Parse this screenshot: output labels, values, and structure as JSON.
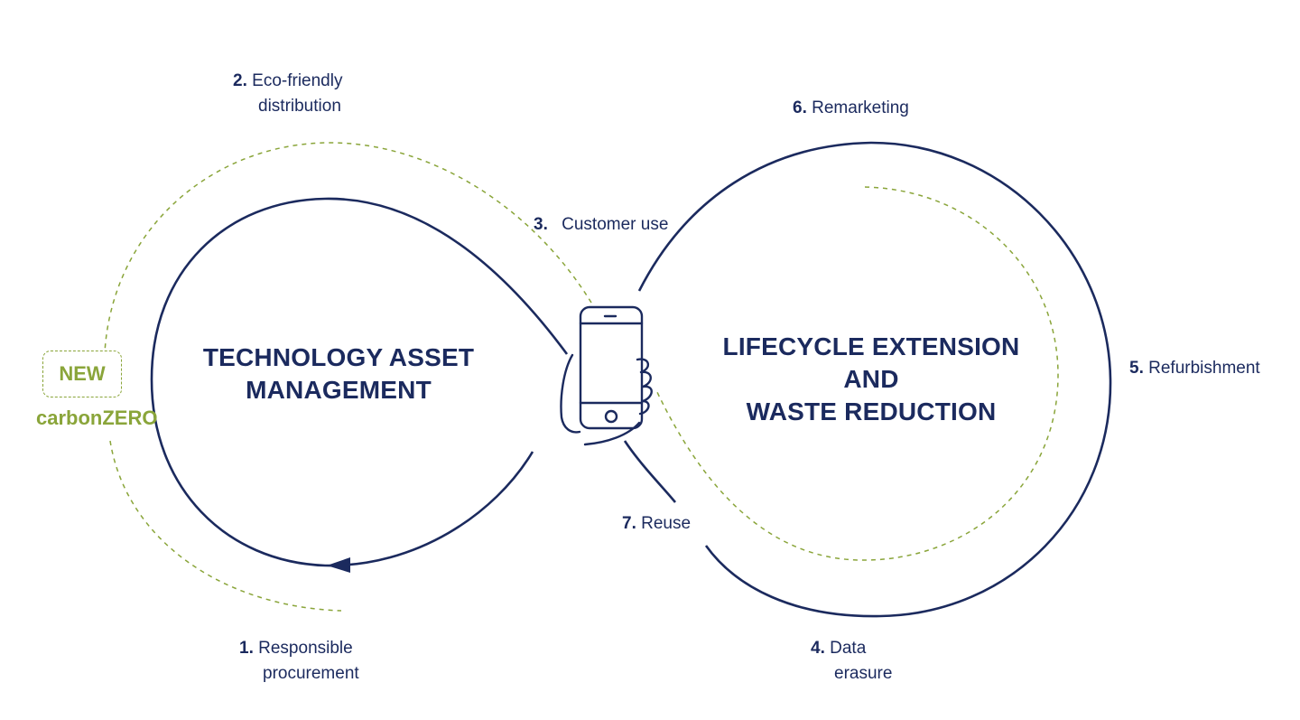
{
  "steps": {
    "s1": {
      "num": "1.",
      "line1": "Responsible",
      "line2": "procurement"
    },
    "s2": {
      "num": "2.",
      "line1": "Eco-friendly",
      "line2": "distribution"
    },
    "s3": {
      "num": "3.",
      "line1": "Customer use"
    },
    "s4": {
      "num": "4.",
      "line1": "Data",
      "line2": "erasure"
    },
    "s5": {
      "num": "5.",
      "line1": "Refurbishment"
    },
    "s6": {
      "num": "6.",
      "line1": "Remarketing"
    },
    "s7": {
      "num": "7.",
      "line1": "Reuse"
    }
  },
  "left_loop": {
    "line1": "TECHNOLOGY ASSET",
    "line2": "MANAGEMENT"
  },
  "right_loop": {
    "line1": "LIFECYCLE EXTENSION",
    "line2": "AND",
    "line3": "WASTE REDUCTION"
  },
  "badge": {
    "new": "NEW",
    "brand": "carbonZERO"
  },
  "colors": {
    "navy": "#1b2a5e",
    "green": "#8aa53a"
  },
  "icons": [
    "smartphone-in-hand-icon",
    "arrowhead-icon"
  ]
}
